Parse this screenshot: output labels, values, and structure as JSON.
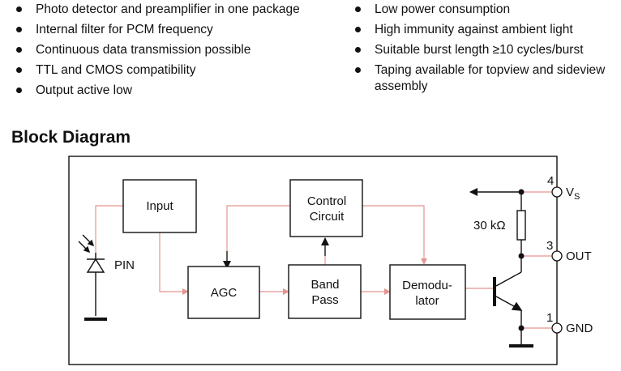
{
  "features_left": [
    "Photo detector and preamplifier in one package",
    "Internal filter for PCM frequency",
    "Continuous data transmission possible",
    "TTL and CMOS compatibility",
    "Output active low"
  ],
  "features_right": [
    "Low power consumption",
    "High immunity against ambient light",
    "Suitable burst length ≥10 cycles/burst",
    "Taping available for topview and sideview assembly"
  ],
  "heading": "Block Diagram",
  "blocks": {
    "input": [
      "Input"
    ],
    "agc": [
      "AGC"
    ],
    "control": [
      "Control",
      "Circuit"
    ],
    "bandpass": [
      "Band",
      "Pass"
    ],
    "demod": [
      "Demodu-",
      "lator"
    ]
  },
  "labels": {
    "pin": "PIN",
    "resistor": "30 kΩ",
    "vs": "V",
    "vs_sub": "S",
    "out": "OUT",
    "gnd": "GND",
    "pin4": "4",
    "pin3": "3",
    "pin1": "1"
  },
  "colors": {
    "wire": "#e3958f",
    "block": "#111111",
    "outline": "#111111"
  }
}
